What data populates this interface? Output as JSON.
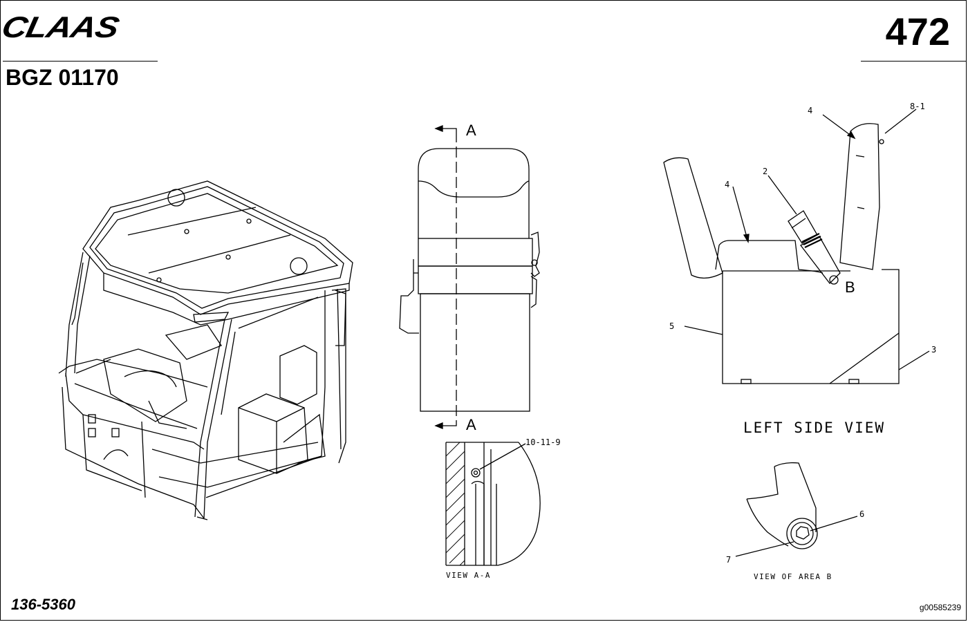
{
  "header": {
    "brand": "CLAAS",
    "page_number": "472",
    "document_ref": "BGZ 01170"
  },
  "footer": {
    "part_number": "136-5360",
    "image_id": "g00585239"
  },
  "section": {
    "arrow_top_label": "A",
    "arrow_bottom_label": "A",
    "area_marker": "B"
  },
  "callouts": {
    "c4_upper": "4",
    "c8_1": "8-1",
    "c2": "2",
    "c4_lower": "4",
    "c5": "5",
    "c3": "3",
    "c10_11_9": "10-11-9",
    "c6": "6",
    "c7": "7"
  },
  "views": {
    "left_side_view": "LEFT SIDE VIEW",
    "view_aa": "VIEW A-A",
    "view_area_b": "VIEW OF AREA B"
  }
}
